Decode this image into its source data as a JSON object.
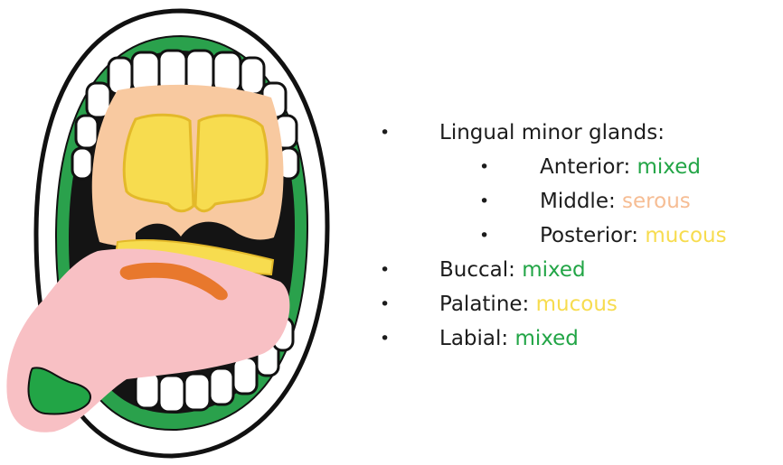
{
  "colors": {
    "mixed": "#22a546",
    "serous": "#f6bd94",
    "mucous": "#f7dc4f",
    "palate": "#f8c9a0",
    "tongue": "#f8c0c4",
    "outline": "#111111",
    "lip": "#2aa14c",
    "lingual_orange": "#e8782d"
  },
  "legend": {
    "items": [
      {
        "label": "Lingual minor glands:",
        "value": "",
        "type": "",
        "level": 0
      },
      {
        "label": "Anterior: ",
        "value": "mixed",
        "type": "mixed",
        "level": 1
      },
      {
        "label": "Middle: ",
        "value": "serous",
        "type": "serous",
        "level": 1
      },
      {
        "label": "Posterior: ",
        "value": "mucous",
        "type": "mucous",
        "level": 1
      },
      {
        "label": "Buccal: ",
        "value": "mixed",
        "type": "mixed",
        "level": 0
      },
      {
        "label": "Palatine: ",
        "value": "mucous",
        "type": "mucous",
        "level": 0
      },
      {
        "label": "Labial: ",
        "value": "mixed",
        "type": "mixed",
        "level": 0
      }
    ]
  }
}
